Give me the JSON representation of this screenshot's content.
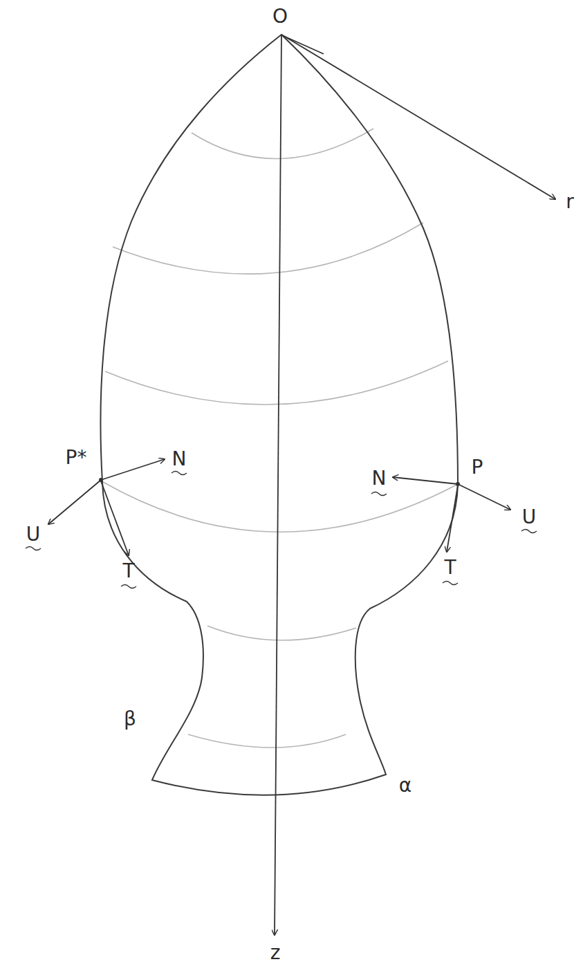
{
  "diagram": {
    "labels": [
      "O",
      "r",
      "P*",
      "N",
      "N",
      "P",
      "U",
      "U",
      "T",
      "T",
      "β",
      "α",
      "z"
    ]
  }
}
